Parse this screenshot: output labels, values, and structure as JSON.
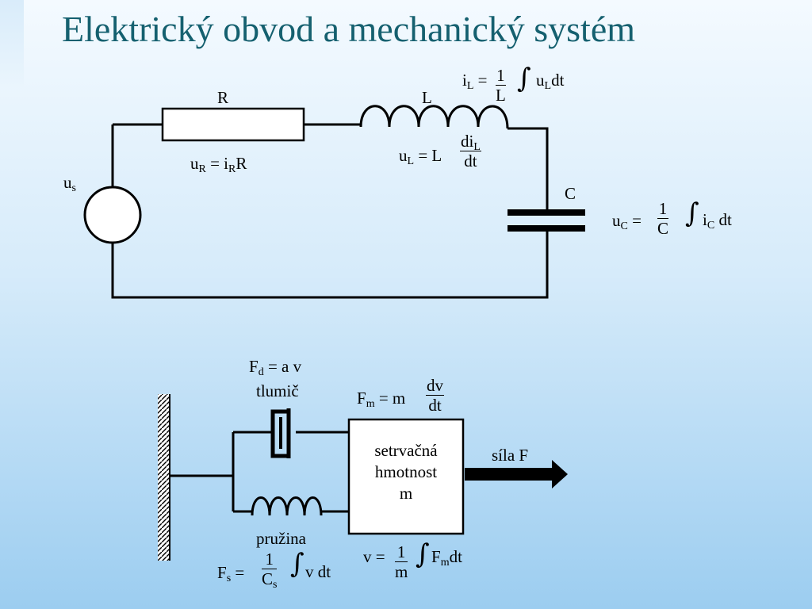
{
  "title": "Elektrický obvod a mechanický systém",
  "circuit": {
    "resistor_label": "R",
    "inductor_label": "L",
    "capacitor_label": "C",
    "source_label": {
      "base": "u",
      "sub": "s"
    },
    "eq_uR": {
      "a": "u",
      "a_sub": "R",
      "mid": " = i",
      "mid_sub": "R",
      "end": "R"
    },
    "eq_uL": {
      "a": "u",
      "a_sub": "L",
      "mid": " = L",
      "num": "di",
      "num_sub": "L",
      "den": "dt"
    },
    "eq_iL": {
      "a": "i",
      "a_sub": "L",
      "mid": " =",
      "num": "1",
      "den": "L",
      "integral": "∫",
      "b": "u",
      "b_sub": "L",
      "end": "dt"
    },
    "eq_uC": {
      "a": "u",
      "a_sub": "C",
      "mid": " = ",
      "num": "1",
      "den": "C",
      "integral": "∫",
      "b": "i",
      "b_sub": "C",
      "end": " dt"
    }
  },
  "mechanical": {
    "damper_eq": {
      "a": "F",
      "a_sub": "d",
      "end": " = a v"
    },
    "damper_label": "tlumič",
    "mass_eq": {
      "a": "F",
      "a_sub": "m",
      "mid": " = m",
      "num": "dv",
      "den": "dt"
    },
    "mass_box": [
      "setrvačná",
      "hmotnost",
      "m"
    ],
    "force_label": "síla F",
    "spring_label": "pružina",
    "velocity_eq": {
      "a": "v =",
      "num": "1",
      "den": "m",
      "integral": "∫",
      "b": "F",
      "b_sub": "m",
      "end": "dt"
    },
    "spring_eq": {
      "a": "F",
      "a_sub": "s",
      "mid": " =",
      "num": "1",
      "den": "C",
      "den_sub": "s",
      "integral": "∫",
      "end": "v dt"
    }
  },
  "colors": {
    "title": "#15606f",
    "background_top": "#f4faff",
    "background_bottom": "#9ccdf0",
    "lines": "#000000"
  }
}
